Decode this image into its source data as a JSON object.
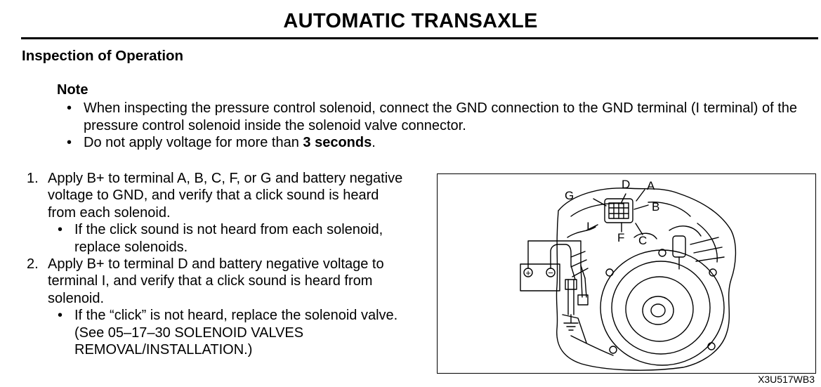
{
  "header": {
    "title": "AUTOMATIC TRANSAXLE"
  },
  "section": {
    "title": "Inspection of Operation"
  },
  "note": {
    "heading": "Note",
    "bullet1": "When inspecting the pressure control solenoid, connect the GND connection to the GND terminal (I terminal) of the pressure control solenoid inside the solenoid valve connector.",
    "bullet2_text": "Do not apply voltage for more than ",
    "bullet2_bold": "3 seconds",
    "bullet2_end": "."
  },
  "steps": [
    {
      "number": "1.",
      "text": "Apply B+ to terminal A, B, C, F, or G and battery negative voltage to GND, and verify that a click sound is heard from each solenoid.",
      "sub": "If the click sound is not heard from each solenoid, replace solenoids."
    },
    {
      "number": "2.",
      "text": "Apply B+ to terminal D and battery negative voltage to terminal I, and verify that a click sound is heard from solenoid.",
      "sub": "If the “click” is not heard, replace the solenoid valve. (See 05–17–30 SOLENOID VALVES REMOVAL/INSTALLATION.)"
    }
  ],
  "figure": {
    "labels": {
      "D": "D",
      "A": "A",
      "G": "G",
      "B": "B",
      "I": "I",
      "F": "F",
      "C": "C"
    },
    "battery_plus": "+",
    "battery_minus": "−",
    "code": "X3U517WB3"
  }
}
